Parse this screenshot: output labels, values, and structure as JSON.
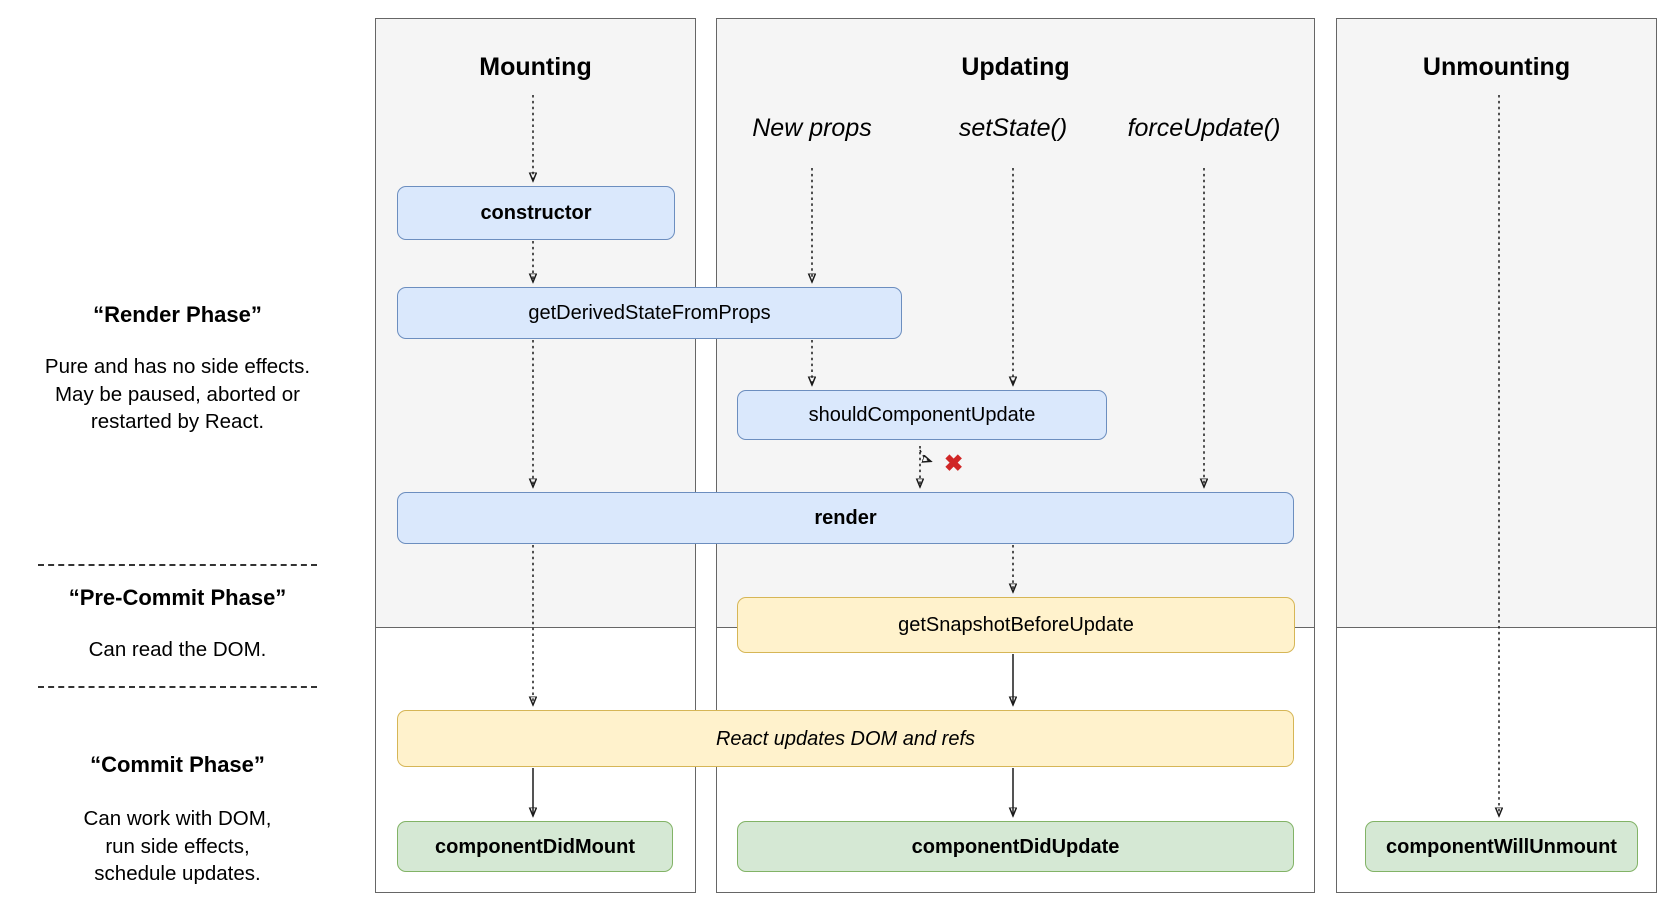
{
  "phases": {
    "render": {
      "title": "“Render Phase”",
      "lines": [
        "Pure and has no side effects.",
        "May be paused, aborted or",
        "restarted by React."
      ]
    },
    "pre_commit": {
      "title": "“Pre-Commit Phase”",
      "lines": [
        "Can read the DOM."
      ]
    },
    "commit": {
      "title": "“Commit Phase”",
      "lines": [
        "Can work with DOM,",
        "run side effects,",
        "schedule updates."
      ]
    }
  },
  "columns": {
    "mounting": {
      "title": "Mounting"
    },
    "updating": {
      "title": "Updating",
      "triggers": [
        "New props",
        "setState()",
        "forceUpdate()"
      ]
    },
    "unmounting": {
      "title": "Unmounting"
    }
  },
  "boxes": {
    "ctor": {
      "label": "constructor"
    },
    "gdsfp": {
      "label": "getDerivedStateFromProps"
    },
    "scu": {
      "label": "shouldComponentUpdate"
    },
    "render": {
      "label": "render"
    },
    "gsbu": {
      "label": "getSnapshotBeforeUpdate"
    },
    "react_updates": {
      "label": "React updates DOM and refs"
    },
    "cdm": {
      "label": "componentDidMount"
    },
    "cdu": {
      "label": "componentDidUpdate"
    },
    "cwu": {
      "label": "componentWillUnmount"
    }
  },
  "icons": {
    "skip_render": "✖"
  },
  "colors": {
    "lifecycle_method_fill": "#dae8fc",
    "lifecycle_method_border": "#6c8ebf",
    "side_effect_fill": "#fff2cc",
    "side_effect_border": "#d6b656",
    "commit_method_fill": "#d5e8d4",
    "commit_method_border": "#82b366",
    "phase_background": "#f5f5f5",
    "column_border": "#666666",
    "skip_icon": "#d02626"
  }
}
